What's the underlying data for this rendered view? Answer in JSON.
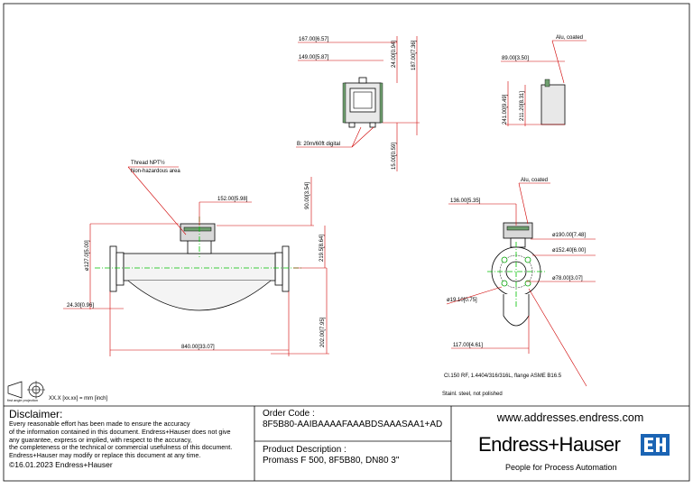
{
  "drawing": {
    "front_view": {
      "thread_note": "Thread NPT½",
      "area_note": "Non-hazardous area",
      "dims": {
        "d127": "ø127.0[5.00]",
        "w152": "152.00[5.98]",
        "h90": "90.00[3.54]",
        "h219": "219.5[8.64]",
        "w24": "24.30[0.96]",
        "w840": "840.00[33.07]",
        "h202": "202.00[7.95]"
      }
    },
    "top_view": {
      "dims": {
        "w167": "167.00[6.57]",
        "w149": "149.00[5.87]",
        "h24": "24.00[0.94]",
        "h187": "187.00[7.36]",
        "h15": "15.00[0.59]"
      },
      "note": "B: 20m/60ft digital"
    },
    "side_view_top": {
      "alu_note": "Alu, coated",
      "dims": {
        "w89": "89.00[3.50]",
        "h241": "241.00[9.49]",
        "h211": "211.20[8.31]"
      }
    },
    "side_view_bottom": {
      "alu_note": "Alu, coated",
      "dims": {
        "w136": "136.00[5.35]",
        "d190": "ø190.00[7.48]",
        "d152": "ø152.40[6.00]",
        "d78": "ø78.00[3.07]",
        "d19": "ø19.10[0.75]",
        "w117": "117.00[4.61]"
      },
      "flange_note": "Cl.150 RF, 1.4404/316/316L, flange ASME B16.5",
      "material_note": "Stainl. steel, not polished"
    },
    "projection": {
      "label": "first angle projection",
      "units": "XX.X [xx.xx] = mm [inch]"
    }
  },
  "title_block": {
    "disclaimer_title": "Disclaimer:",
    "disclaimer_lines": [
      "Every reasonable effort has been made to ensure the accuracy",
      "of the information contained in this document. Endress+Hauser does not give",
      "any guarantee, express or implied, with respect to the accuracy,",
      "the completeness or the technical or commercial usefulness of this document.",
      "Endress+Hauser may modify or replace this document at any time."
    ],
    "copyright": "©16.01.2023 Endress+Hauser",
    "order_code_label": "Order Code :",
    "order_code": "8F5B80-AAIBAAAAFAAABDSAAASAA1+AD",
    "product_label": "Product Description :",
    "product": "Promass F 500, 8F5B80, DN80 3\"",
    "website": "www.addresses.endress.com",
    "brand": "Endress+Hauser",
    "logo_text": "EH",
    "tagline": "People for Process Automation"
  },
  "colors": {
    "dimension": "#d00000",
    "centerline": "#00c000",
    "frame": "#000000"
  }
}
